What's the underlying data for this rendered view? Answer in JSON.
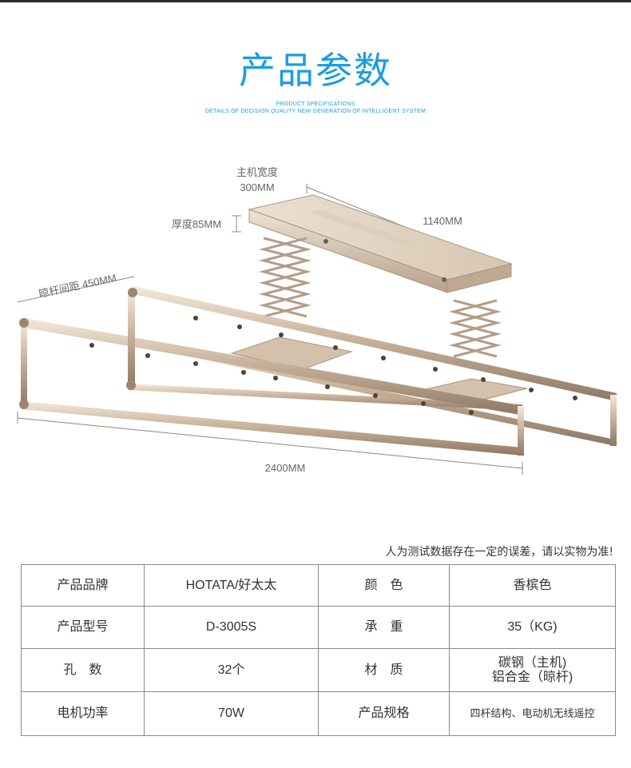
{
  "title": "产品参数",
  "subtitle_line1": "PRODUCT SPECIFICATIONS",
  "subtitle_line2": "DETAILS OF DECISION QUALITY NEW GENERATION OF INTELLIGENT SYSTEM",
  "dimensions": {
    "host_width_label": "主机宽度",
    "host_width_value": "300MM",
    "thickness": "厚度85MM",
    "length": "1140MM",
    "rod_spacing": "晾杆间距 450MM",
    "total_length": "2400MM"
  },
  "disclaimer": "人为测试数据存在一定的误差，请以实物为准!",
  "specs": {
    "brand_label": "产品品牌",
    "brand_value": "HOTATA/好太太",
    "color_label": "颜　色",
    "color_value": "香槟色",
    "model_label": "产品型号",
    "model_value": "D-3005S",
    "load_label": "承　重",
    "load_value": "35（KG)",
    "holes_label": "孔　数",
    "holes_value": "32个",
    "material_label": "材　质",
    "material_value_1": "碳钢（主机)",
    "material_value_2": "铝合金（晾杆)",
    "power_label": "电机功率",
    "power_value": "70W",
    "spec_label": "产品规格",
    "spec_value": "四杆结构、电动机无线遥控"
  },
  "colors": {
    "accent": "#1a9de4",
    "metal_light": "#e6d5c1",
    "metal_mid": "#c7b29a",
    "metal_dark": "#8f7b66",
    "border": "#8a8a8a"
  }
}
